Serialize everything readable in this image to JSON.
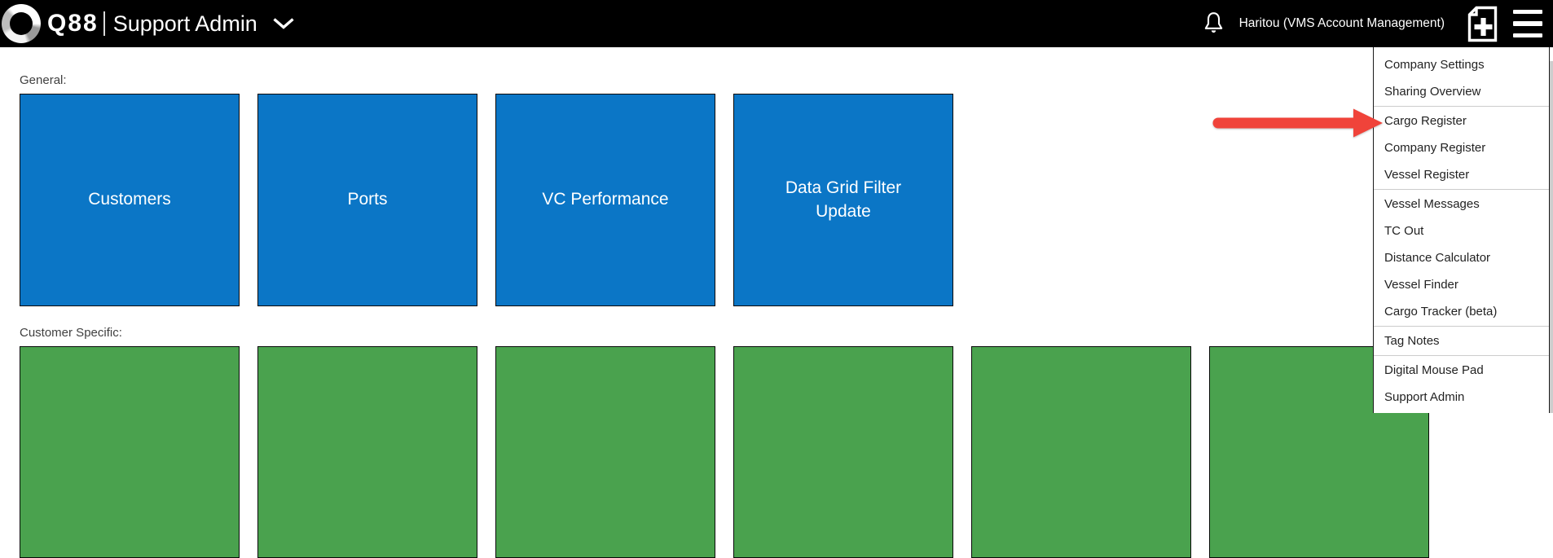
{
  "topbar": {
    "brand": "Q88",
    "title": "Support Admin",
    "user": "Haritou (VMS Account Management)"
  },
  "sections": {
    "general": {
      "label": "General:",
      "tiles": [
        "Customers",
        "Ports",
        "VC Performance",
        "Data Grid Filter Update"
      ]
    },
    "customer_specific": {
      "label": "Customer Specific:",
      "tile_count": 6
    }
  },
  "menu": {
    "groups": [
      {
        "items": [
          "Company Settings",
          "Sharing Overview"
        ]
      },
      {
        "items": [
          "Cargo Register",
          "Company Register",
          "Vessel Register"
        ]
      },
      {
        "items": [
          "Vessel Messages",
          "TC Out",
          "Distance Calculator",
          "Vessel Finder",
          "Cargo Tracker (beta)"
        ]
      },
      {
        "items": [
          "Tag Notes"
        ]
      },
      {
        "items": [
          "Digital Mouse Pad",
          "Support Admin"
        ]
      }
    ],
    "pointed_item": "Cargo Register"
  },
  "colors": {
    "topbar_bg": "#000000",
    "tile_blue": "#0b76c6",
    "tile_green": "#4aa24e",
    "arrow_red": "#f0433a"
  }
}
